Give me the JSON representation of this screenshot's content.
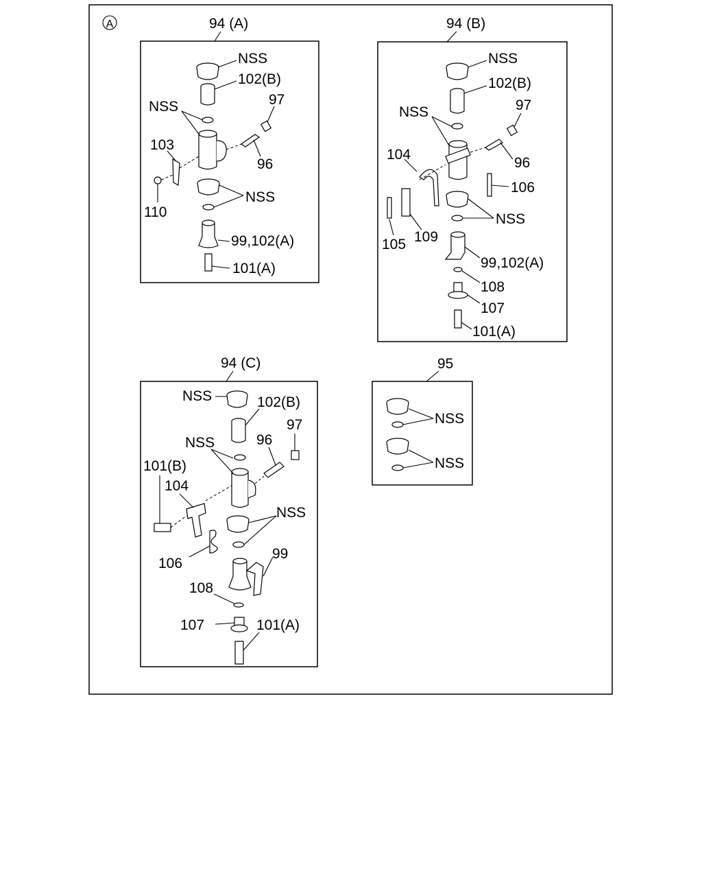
{
  "view_marker": "A",
  "panels": [
    {
      "id": "94A",
      "title": "94 (A)",
      "labels": [
        "NSS",
        "102(B)",
        "NSS",
        "97",
        "103",
        "96",
        "NSS",
        "110",
        "99,102(A)",
        "101(A)"
      ]
    },
    {
      "id": "94B",
      "title": "94 (B)",
      "labels": [
        "NSS",
        "102(B)",
        "NSS",
        "97",
        "104",
        "96",
        "106",
        "NSS",
        "109",
        "105",
        "99,102(A)",
        "108",
        "107",
        "101(A)"
      ]
    },
    {
      "id": "94C",
      "title": "94 (C)",
      "labels": [
        "NSS",
        "102(B)",
        "NSS",
        "96",
        "97",
        "101(B)",
        "104",
        "NSS",
        "106",
        "99",
        "108",
        "107",
        "101(A)"
      ]
    },
    {
      "id": "95",
      "title": "95",
      "labels": [
        "NSS",
        "NSS"
      ]
    }
  ],
  "colors": {
    "ink": "#000000",
    "paper": "#ffffff"
  }
}
